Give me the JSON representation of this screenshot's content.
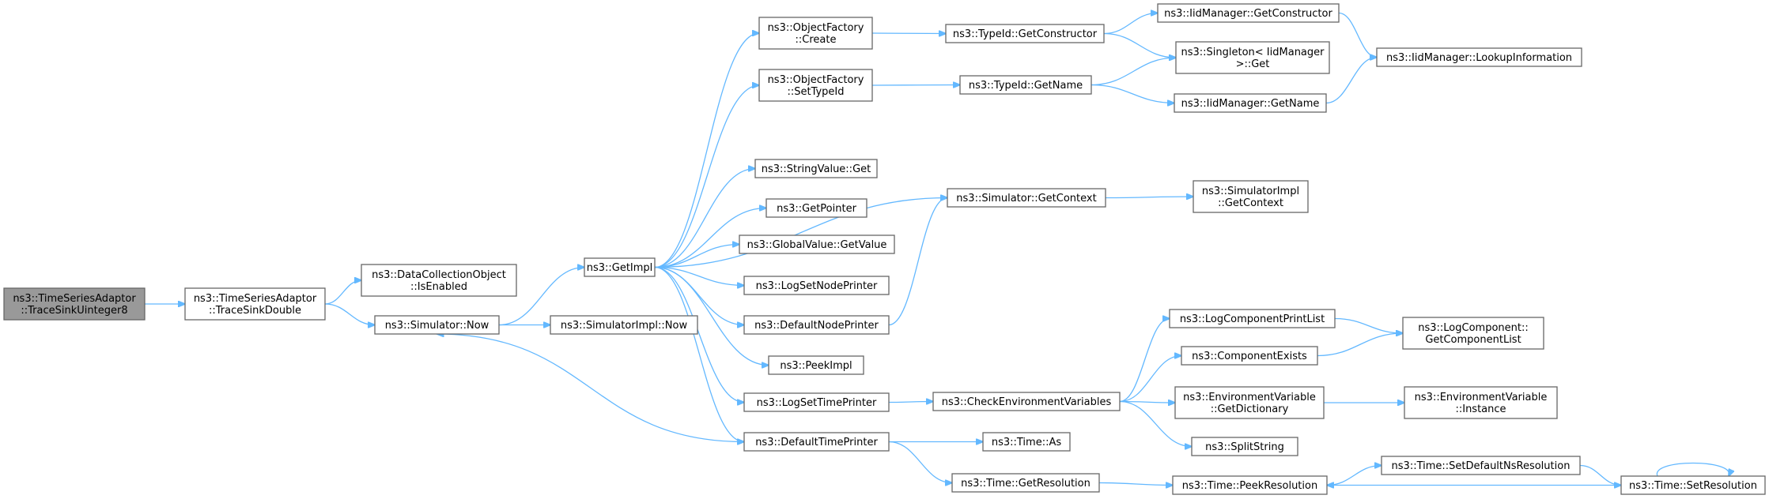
{
  "diagram": {
    "type": "call-graph",
    "nodes": [
      {
        "id": "root",
        "lines": [
          "ns3::TimeSeriesAdaptor",
          "::TraceSinkUinteger8"
        ],
        "root": true
      },
      {
        "id": "tsd",
        "lines": [
          "ns3::TimeSeriesAdaptor",
          "::TraceSinkDouble"
        ]
      },
      {
        "id": "dco",
        "lines": [
          "ns3::DataCollectionObject",
          "::IsEnabled"
        ]
      },
      {
        "id": "snow",
        "lines": [
          "ns3::Simulator::Now"
        ]
      },
      {
        "id": "getimpl",
        "lines": [
          "ns3::GetImpl"
        ]
      },
      {
        "id": "sinow",
        "lines": [
          "ns3::SimulatorImpl::Now"
        ]
      },
      {
        "id": "ofc",
        "lines": [
          "ns3::ObjectFactory",
          "::Create"
        ]
      },
      {
        "id": "ofs",
        "lines": [
          "ns3::ObjectFactory",
          "::SetTypeId"
        ]
      },
      {
        "id": "svget",
        "lines": [
          "ns3::StringValue::Get"
        ]
      },
      {
        "id": "gptr",
        "lines": [
          "ns3::GetPointer"
        ]
      },
      {
        "id": "gvget",
        "lines": [
          "ns3::GlobalValue::GetValue"
        ]
      },
      {
        "id": "lsnp",
        "lines": [
          "ns3::LogSetNodePrinter"
        ]
      },
      {
        "id": "dnp",
        "lines": [
          "ns3::DefaultNodePrinter"
        ]
      },
      {
        "id": "peek",
        "lines": [
          "ns3::PeekImpl"
        ]
      },
      {
        "id": "lstp",
        "lines": [
          "ns3::LogSetTimePrinter"
        ]
      },
      {
        "id": "dtp",
        "lines": [
          "ns3::DefaultTimePrinter"
        ]
      },
      {
        "id": "tgc",
        "lines": [
          "ns3::TypeId::GetConstructor"
        ]
      },
      {
        "id": "tgn",
        "lines": [
          "ns3::TypeId::GetName"
        ]
      },
      {
        "id": "sgc",
        "lines": [
          "ns3::Simulator::GetContext"
        ]
      },
      {
        "id": "cev",
        "lines": [
          "ns3::CheckEnvironmentVariables"
        ]
      },
      {
        "id": "tas",
        "lines": [
          "ns3::Time::As"
        ]
      },
      {
        "id": "tgr",
        "lines": [
          "ns3::Time::GetResolution"
        ]
      },
      {
        "id": "imgc",
        "lines": [
          "ns3::IidManager::GetConstructor"
        ]
      },
      {
        "id": "sing",
        "lines": [
          "ns3::Singleton< IidManager",
          ">::Get"
        ]
      },
      {
        "id": "imgn",
        "lines": [
          "ns3::IidManager::GetName"
        ]
      },
      {
        "id": "sigc",
        "lines": [
          "ns3::SimulatorImpl",
          "::GetContext"
        ]
      },
      {
        "id": "lcpl",
        "lines": [
          "ns3::LogComponentPrintList"
        ]
      },
      {
        "id": "ce",
        "lines": [
          "ns3::ComponentExists"
        ]
      },
      {
        "id": "evgd",
        "lines": [
          "ns3::EnvironmentVariable",
          "::GetDictionary"
        ]
      },
      {
        "id": "ss",
        "lines": [
          "ns3::SplitString"
        ]
      },
      {
        "id": "tpr",
        "lines": [
          "ns3::Time::PeekResolution"
        ]
      },
      {
        "id": "iml",
        "lines": [
          "ns3::IidManager::LookupInformation"
        ]
      },
      {
        "id": "lcgcl",
        "lines": [
          "ns3::LogComponent::",
          "GetComponentList"
        ]
      },
      {
        "id": "evi",
        "lines": [
          "ns3::EnvironmentVariable",
          "::Instance"
        ]
      },
      {
        "id": "tsdnr",
        "lines": [
          "ns3::Time::SetDefaultNsResolution"
        ]
      },
      {
        "id": "tsr",
        "lines": [
          "ns3::Time::SetResolution"
        ]
      }
    ],
    "edges": [
      [
        "root",
        "tsd"
      ],
      [
        "tsd",
        "dco"
      ],
      [
        "tsd",
        "snow"
      ],
      [
        "snow",
        "getimpl"
      ],
      [
        "snow",
        "sinow"
      ],
      [
        "getimpl",
        "ofc"
      ],
      [
        "getimpl",
        "ofs"
      ],
      [
        "getimpl",
        "svget"
      ],
      [
        "getimpl",
        "gptr"
      ],
      [
        "getimpl",
        "gvget"
      ],
      [
        "getimpl",
        "lsnp"
      ],
      [
        "getimpl",
        "dnp"
      ],
      [
        "getimpl",
        "peek"
      ],
      [
        "getimpl",
        "lstp"
      ],
      [
        "getimpl",
        "dtp"
      ],
      [
        "getimpl",
        "sgc"
      ],
      [
        "ofc",
        "tgc"
      ],
      [
        "ofs",
        "tgn"
      ],
      [
        "tgc",
        "imgc"
      ],
      [
        "tgc",
        "sing"
      ],
      [
        "tgn",
        "sing"
      ],
      [
        "tgn",
        "imgn"
      ],
      [
        "imgc",
        "iml"
      ],
      [
        "imgn",
        "iml"
      ],
      [
        "sgc",
        "sigc"
      ],
      [
        "dnp",
        "sgc"
      ],
      [
        "lstp",
        "cev"
      ],
      [
        "cev",
        "lcpl"
      ],
      [
        "cev",
        "ce"
      ],
      [
        "cev",
        "evgd"
      ],
      [
        "cev",
        "ss"
      ],
      [
        "lcpl",
        "lcgcl"
      ],
      [
        "ce",
        "lcgcl"
      ],
      [
        "evgd",
        "evi"
      ],
      [
        "dtp",
        "snow"
      ],
      [
        "dtp",
        "tas"
      ],
      [
        "dtp",
        "tgr"
      ],
      [
        "tgr",
        "tpr"
      ],
      [
        "tpr",
        "tsdnr"
      ],
      [
        "tsdnr",
        "tsr"
      ],
      [
        "tsr",
        "tpr"
      ],
      [
        "tsr",
        "tsr"
      ]
    ],
    "colors": {
      "edge": "#63b8ff",
      "node_border": "#666666",
      "root_fill": "#999999",
      "node_fill": "#ffffff"
    }
  }
}
